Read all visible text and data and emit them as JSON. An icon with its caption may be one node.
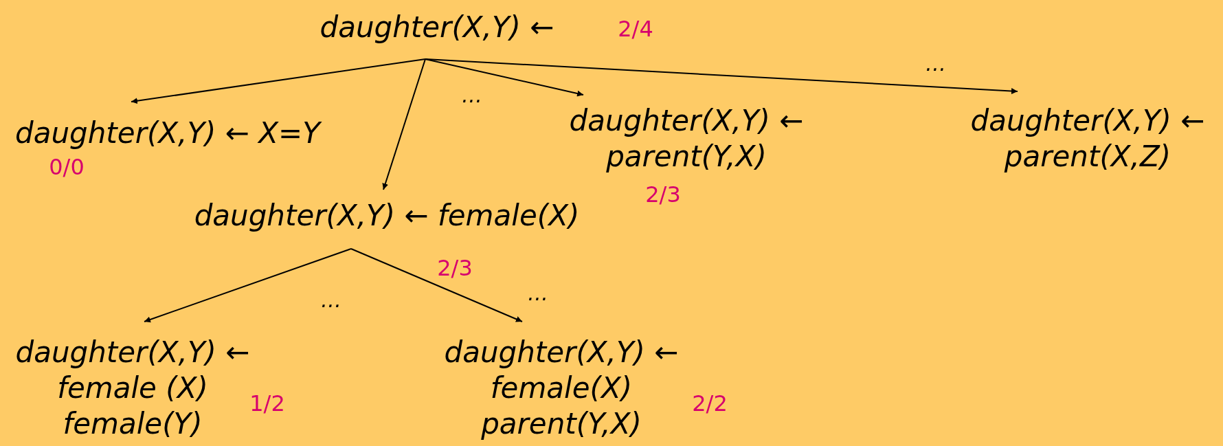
{
  "diagram": {
    "nodes": [
      {
        "text": [
          "daughter(X,Y) ←"
        ],
        "beside": [
          "2/4"
        ]
      },
      {
        "text": [
          "daughter(X,Y) ← X=Y"
        ],
        "beside": [
          "0/0"
        ]
      },
      {
        "text": [
          "daughter(X,Y) ←",
          "parent(Y,X)"
        ],
        "beside": [
          "2/3"
        ]
      },
      {
        "text": [
          "daughter(X,Y) ←",
          "parent(X,Z)"
        ]
      },
      {
        "text": [
          "daughter(X,Y) ← female(X)"
        ],
        "beside": [
          "2/3"
        ]
      },
      {
        "text": [
          "daughter(X,Y) ←",
          "female (X) female(Y)"
        ],
        "beside": [
          "1/2"
        ]
      },
      {
        "text": [
          "daughter(X,Y) ←",
          "female(X) parent(Y,X)"
        ],
        "beside": [
          "2/2"
        ]
      }
    ],
    "edges": [
      {
        "from": 0,
        "to": 1,
        "arrow": "to"
      },
      {
        "from": 0,
        "to": 4,
        "arrow": "to"
      },
      {
        "from": 0,
        "to": 2,
        "arrow": "to"
      },
      {
        "from": 0,
        "to": 3,
        "arrow": "to"
      },
      {
        "from": 4,
        "to": 5,
        "arrow": "to"
      },
      {
        "from": 4,
        "to": 6,
        "arrow": "to"
      }
    ],
    "labels": [
      "…",
      "…",
      "…",
      "…"
    ]
  }
}
